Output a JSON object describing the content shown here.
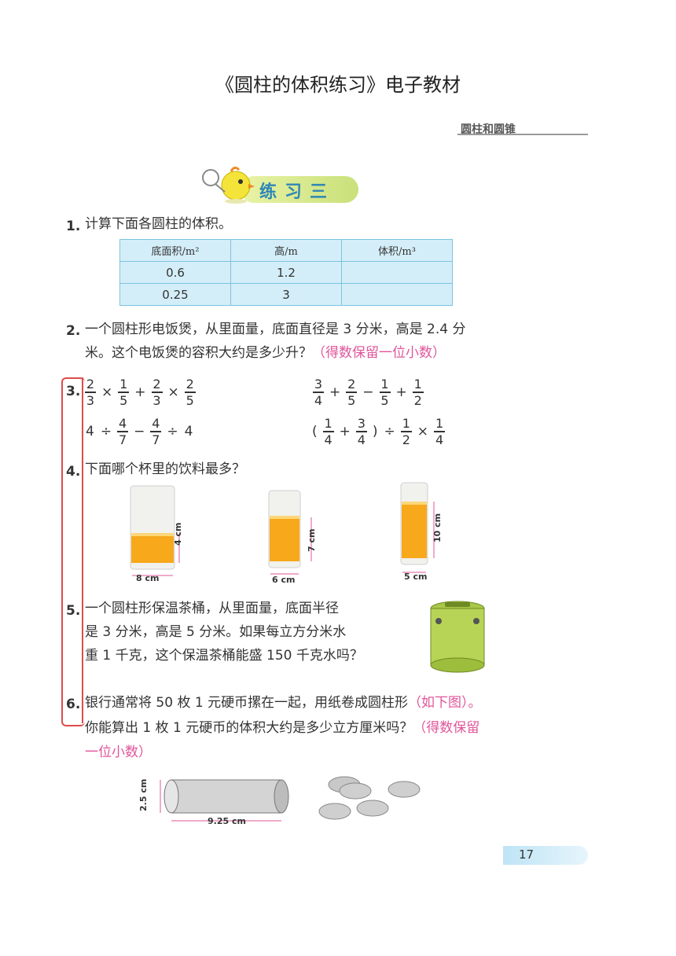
{
  "document_title": "《圆柱的体积练习》电子教材",
  "chapter": "圆柱和圆锥",
  "exercise_title": "练习三",
  "q1": {
    "number": "1.",
    "text": "计算下面各圆柱的体积。",
    "table": {
      "headers": [
        "底面积/m²",
        "高/m",
        "体积/m³"
      ],
      "rows": [
        [
          "0.6",
          "1.2",
          ""
        ],
        [
          "0.25",
          "3",
          ""
        ]
      ]
    }
  },
  "q2": {
    "number": "2.",
    "line1": "一个圆柱形电饭煲，从里面量，底面直径是 3 分米，高是 2.4 分",
    "line2": "米。这个电饭煲的容积大约是多少升？",
    "note": "（得数保留一位小数）"
  },
  "q3": {
    "number": "3.",
    "e1": {
      "a_num": "2",
      "a_den": "3",
      "b_num": "1",
      "b_den": "5",
      "c_num": "2",
      "c_den": "3",
      "d_num": "2",
      "d_den": "5"
    },
    "e2": {
      "a_num": "3",
      "a_den": "4",
      "b_num": "2",
      "b_den": "5",
      "c_num": "1",
      "c_den": "5",
      "d_num": "1",
      "d_den": "2"
    },
    "e3": {
      "lead": "4",
      "a_num": "4",
      "a_den": "7",
      "b_num": "4",
      "b_den": "7",
      "tail": "4"
    },
    "e4": {
      "a_num": "1",
      "a_den": "4",
      "b_num": "3",
      "b_den": "4",
      "c_num": "1",
      "c_den": "2",
      "d_num": "1",
      "d_den": "4"
    },
    "ops": {
      "times": "×",
      "plus": "+",
      "minus": "−",
      "div": "÷",
      "lparen": "(",
      "rparen": ")"
    }
  },
  "q4": {
    "number": "4.",
    "text": "下面哪个杯里的饮料最多？",
    "cups": [
      {
        "diameter": "8 cm",
        "height": "4 cm"
      },
      {
        "diameter": "6 cm",
        "height": "7 cm"
      },
      {
        "diameter": "5 cm",
        "height": "10 cm"
      }
    ]
  },
  "q5": {
    "number": "5.",
    "line1": "一个圆柱形保温茶桶，从里面量，底面半径",
    "line2": "是 3 分米，高是 5 分米。如果每立方分米水",
    "line3": "重 1 千克，这个保温茶桶能盛 150 千克水吗？"
  },
  "q6": {
    "number": "6.",
    "line1": "银行通常将 50 枚 1 元硬币摞在一起，用纸卷成圆柱形",
    "note1": "（如下图）。",
    "line2": "你能算出 1 枚 1 元硬币的体积大约是多少立方厘米吗？",
    "note2a": "（得数保留",
    "note2b": "一位小数）",
    "roll_diameter": "2.5 cm",
    "roll_length": "9.25 cm"
  },
  "page_number": "17",
  "colors": {
    "accent_blue": "#2f87b6",
    "table_fill": "#d4eef9",
    "note_pink": "#e0559a",
    "bracket_red": "#e04b4b"
  }
}
